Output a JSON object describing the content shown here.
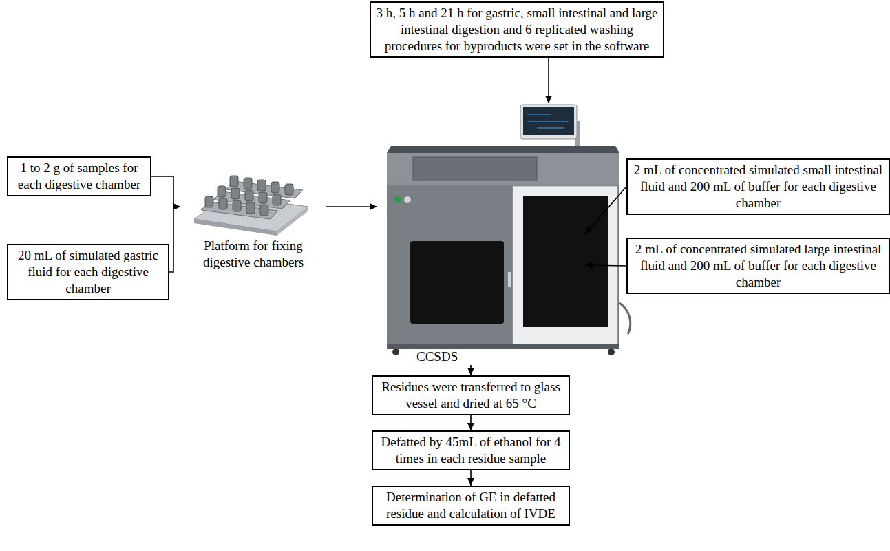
{
  "diagram": {
    "nodes": [
      {
        "text": [
          "3 h, 5 h and 21 h for gastric, small intestinal and large intestinal digestion and 6 replicated washing procedures for byproducts were set in the software"
        ]
      },
      {
        "text": [
          "1 to 2 g of samples for each digestive chamber"
        ]
      },
      {
        "text": [
          "20 mL of simulated gastric fluid for each digestive chamber"
        ]
      },
      {
        "text": [
          "Platform for fixing digestive chambers"
        ]
      },
      {
        "text": [
          "CCSDS"
        ]
      },
      {
        "text": [
          "2 mL of concentrated simulated small intestinal fluid and 200 mL of buffer for each digestive chamber"
        ]
      },
      {
        "text": [
          "2 mL of concentrated simulated large intestinal fluid and 200 mL of buffer for each digestive chamber"
        ]
      },
      {
        "text": [
          "Residues were transferred to glass vessel and dried at 65 °C"
        ]
      },
      {
        "text": [
          "Defatted by 45mL of ethanol for 4 times in each residue sample"
        ]
      },
      {
        "text": [
          "Determination of GE in defatted residue and calculation of IVDE"
        ]
      }
    ],
    "edges": [
      {
        "from": 1,
        "to": 3,
        "arrow": "to"
      },
      {
        "from": 2,
        "to": 3,
        "arrow": "to"
      },
      {
        "from": 3,
        "to": 4,
        "arrow": "to"
      },
      {
        "from": 0,
        "to": 4,
        "arrow": "to"
      },
      {
        "from": 5,
        "to": 4,
        "arrow": "to"
      },
      {
        "from": 6,
        "to": 4,
        "arrow": "to"
      },
      {
        "from": 4,
        "to": 7,
        "arrow": "to"
      },
      {
        "from": 7,
        "to": 8,
        "arrow": "to"
      },
      {
        "from": 8,
        "to": 9,
        "arrow": "to"
      }
    ]
  }
}
